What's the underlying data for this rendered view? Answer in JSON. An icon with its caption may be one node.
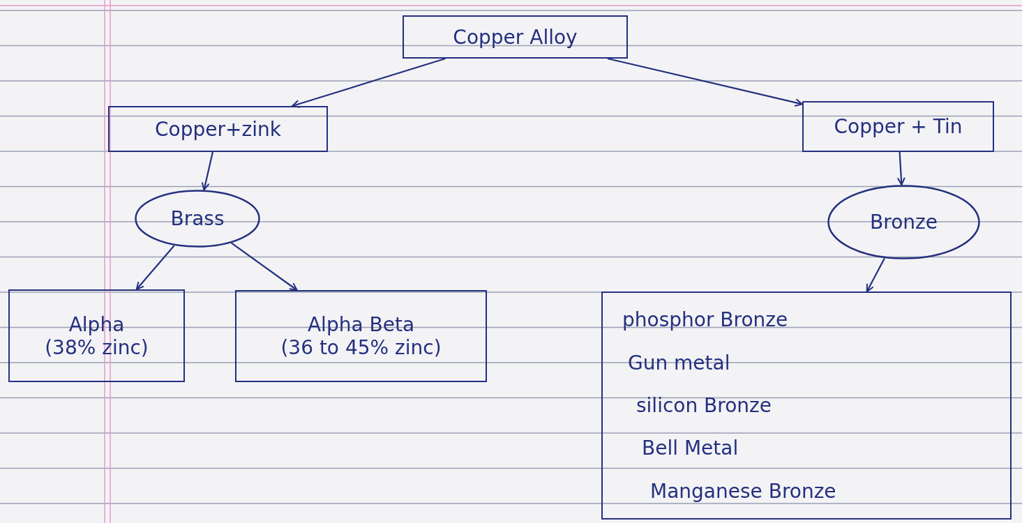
{
  "diagram": {
    "nodes": [
      {
        "text": [
          "Copper Alloy"
        ]
      },
      {
        "text": [
          "Copper+zink"
        ]
      },
      {
        "text": [
          "Copper + Tin"
        ]
      },
      {
        "text": [
          "Brass"
        ]
      },
      {
        "text": [
          "Bronze"
        ]
      },
      {
        "text": [
          "Alpha",
          "(38% zinc)"
        ]
      },
      {
        "text": [
          "Alpha Beta",
          "(36 to 45% zinc)"
        ]
      },
      {
        "text": [
          "phosphor Bronze",
          "Gun metal",
          "silicon Bronze",
          "Bell Metal",
          "Manganese Bronze"
        ]
      }
    ],
    "edges": [
      {
        "from": 0,
        "to": 1,
        "arrow": "to"
      },
      {
        "from": 0,
        "to": 2,
        "arrow": "to"
      },
      {
        "from": 1,
        "to": 3,
        "arrow": "to"
      },
      {
        "from": 2,
        "to": 4,
        "arrow": "to"
      },
      {
        "from": 3,
        "to": 5,
        "arrow": "to"
      },
      {
        "from": 3,
        "to": 6,
        "arrow": "to"
      },
      {
        "from": 4,
        "to": 7,
        "arrow": "to"
      }
    ]
  }
}
